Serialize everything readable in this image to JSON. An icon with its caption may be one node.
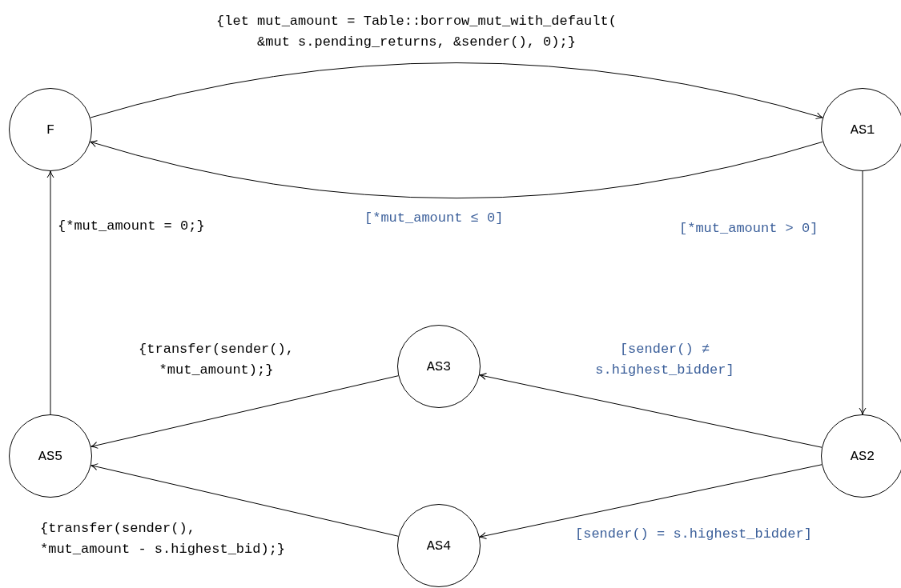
{
  "diagram": {
    "nodes": [
      {
        "text": [
          "F"
        ]
      },
      {
        "text": [
          "AS1"
        ]
      },
      {
        "text": [
          "AS2"
        ]
      },
      {
        "text": [
          "AS3"
        ]
      },
      {
        "text": [
          "AS4"
        ]
      },
      {
        "text": [
          "AS5"
        ]
      }
    ],
    "edges": [
      {
        "from": 0,
        "to": 1,
        "arrow": "to",
        "label": "{let mut_amount = Table::borrow_mut_with_default( &mut s.pending_returns, &sender(), 0);}"
      },
      {
        "from": 1,
        "to": 0,
        "arrow": "to",
        "label": "[*mut_amount ≤ 0]"
      },
      {
        "from": 1,
        "to": 2,
        "arrow": "to",
        "label": "[*mut_amount > 0]"
      },
      {
        "from": 2,
        "to": 3,
        "arrow": "to",
        "label": "[sender() ≠ s.highest_bidder]"
      },
      {
        "from": 2,
        "to": 4,
        "arrow": "to",
        "label": "[sender() = s.highest_bidder]"
      },
      {
        "from": 3,
        "to": 5,
        "arrow": "to",
        "label": "{transfer(sender(), *mut_amount);}"
      },
      {
        "from": 4,
        "to": 5,
        "arrow": "to",
        "label": "{transfer(sender(), *mut_amount - s.highest_bid);}"
      },
      {
        "from": 5,
        "to": 0,
        "arrow": "to",
        "label": "{*mut_amount = 0;}"
      }
    ]
  }
}
